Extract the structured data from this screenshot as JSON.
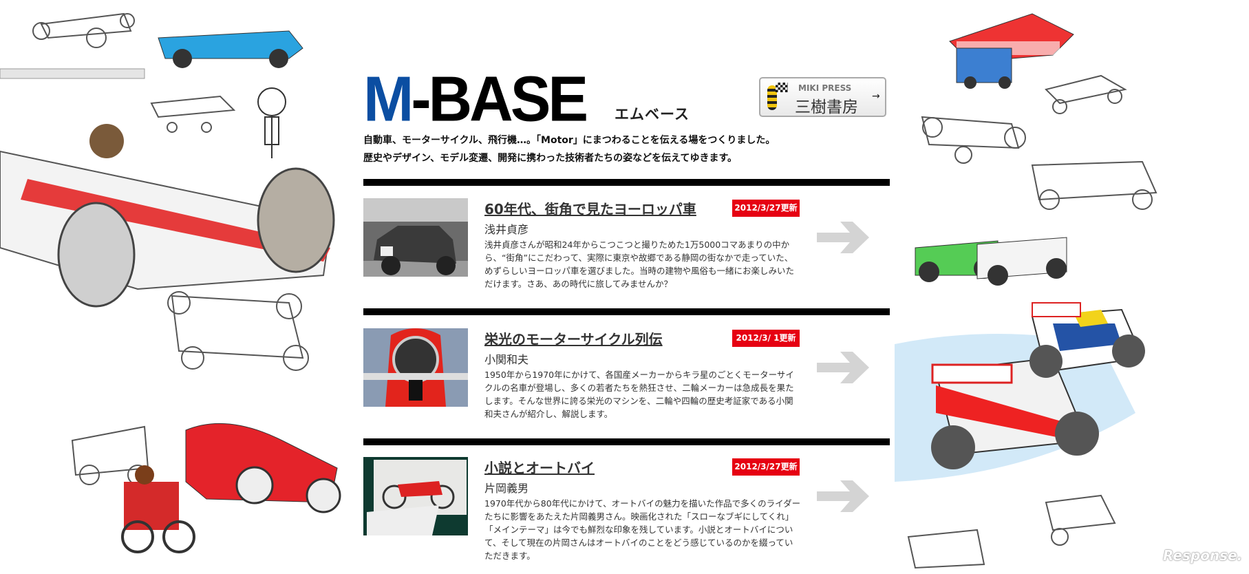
{
  "header": {
    "logo_main": "M-BASE",
    "logo_kana": "エムベース",
    "miki_press": {
      "en": "MIKI PRESS",
      "jp": "三樹書房",
      "arrow": "→"
    },
    "intro": [
      "自動車、モーターサイクル、飛行機…。「Motor」にまつわることを伝える場をつくりました。",
      "歴史やデザイン、モデル変遷、開発に携わった技術者たちの姿などを伝えてゆきます。"
    ]
  },
  "articles": [
    {
      "title": "60年代、街角で見たヨーロッパ車",
      "updated": "2012/3/27更新",
      "author": "浅井貞彦",
      "description": "浅井貞彦さんが昭和24年からこつこつと撮りためた1万5000コマあまりの中から、“街角”にこだわって、実際に東京や故郷である静岡の街なかで走っていた、めずらしいヨーロッパ車を選びました。当時の建物や風俗も一緒にお楽しみいただけます。さあ、あの時代に旅してみませんか？"
    },
    {
      "title": "栄光のモーターサイクル列伝",
      "updated": "2012/3/ 1更新",
      "author": "小関和夫",
      "description": "1950年から1970年にかけて、各国産メーカーからキラ星のごとくモーターサイクルの名車が登場し、多くの若者たちを熱狂させ、二輪メーカーは急成長を果たします。そんな世界に誇る栄光のマシンを、二輪や四輪の歴史考証家である小関和夫さんが紹介し、解説します。"
    },
    {
      "title": "小説とオートバイ",
      "updated": "2012/3/27更新",
      "author": "片岡義男",
      "description": "1970年代から80年代にかけて、オートバイの魅力を描いた作品で多くのライダーたちに影響をあたえた片岡義男さん。映画化された「スローなブギにしてくれ」「メインテーマ」は今でも鮮烈な印象を残しています。小説とオートバイについて、そして現在の片岡さんはオートバイのことをどう感じているのかを綴っていただきます。"
    }
  ],
  "watermark": "Response.",
  "colors": {
    "logo_blue": "#0b4ea2",
    "badge_red": "#e60012",
    "arrow_gray": "#d4d4d4"
  }
}
